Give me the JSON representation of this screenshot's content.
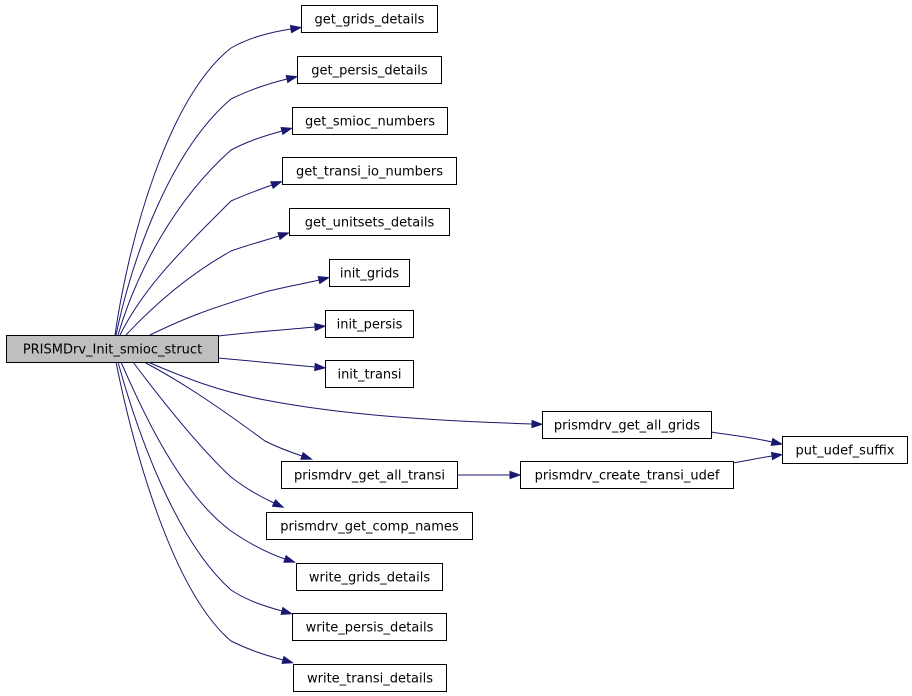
{
  "graph": {
    "root": "PRISMDrv_Init_smioc_struct",
    "nodes": [
      {
        "id": "root",
        "label": "PRISMDrv_Init_smioc_struct",
        "highlighted": true
      },
      {
        "id": "get_grids_details",
        "label": "get_grids_details"
      },
      {
        "id": "get_persis_details",
        "label": "get_persis_details"
      },
      {
        "id": "get_smioc_numbers",
        "label": "get_smioc_numbers"
      },
      {
        "id": "get_transi_io_numbers",
        "label": "get_transi_io_numbers"
      },
      {
        "id": "get_unitsets_details",
        "label": "get_unitsets_details"
      },
      {
        "id": "init_grids",
        "label": "init_grids"
      },
      {
        "id": "init_persis",
        "label": "init_persis"
      },
      {
        "id": "init_transi",
        "label": "init_transi"
      },
      {
        "id": "prismdrv_get_all_grids",
        "label": "prismdrv_get_all_grids"
      },
      {
        "id": "put_udef_suffix",
        "label": "put_udef_suffix"
      },
      {
        "id": "prismdrv_get_all_transi",
        "label": "prismdrv_get_all_transi"
      },
      {
        "id": "prismdrv_create_transi_udef",
        "label": "prismdrv_create_transi_udef"
      },
      {
        "id": "prismdrv_get_comp_names",
        "label": "prismdrv_get_comp_names"
      },
      {
        "id": "write_grids_details",
        "label": "write_grids_details"
      },
      {
        "id": "write_persis_details",
        "label": "write_persis_details"
      },
      {
        "id": "write_transi_details",
        "label": "write_transi_details"
      }
    ],
    "edges": [
      {
        "from": "root",
        "to": "get_grids_details"
      },
      {
        "from": "root",
        "to": "get_persis_details"
      },
      {
        "from": "root",
        "to": "get_smioc_numbers"
      },
      {
        "from": "root",
        "to": "get_transi_io_numbers"
      },
      {
        "from": "root",
        "to": "get_unitsets_details"
      },
      {
        "from": "root",
        "to": "init_grids"
      },
      {
        "from": "root",
        "to": "init_persis"
      },
      {
        "from": "root",
        "to": "init_transi"
      },
      {
        "from": "root",
        "to": "prismdrv_get_all_grids"
      },
      {
        "from": "root",
        "to": "prismdrv_get_all_transi"
      },
      {
        "from": "root",
        "to": "prismdrv_get_comp_names"
      },
      {
        "from": "root",
        "to": "write_grids_details"
      },
      {
        "from": "root",
        "to": "write_persis_details"
      },
      {
        "from": "root",
        "to": "write_transi_details"
      },
      {
        "from": "prismdrv_get_all_grids",
        "to": "put_udef_suffix"
      },
      {
        "from": "prismdrv_get_all_transi",
        "to": "prismdrv_create_transi_udef"
      },
      {
        "from": "prismdrv_create_transi_udef",
        "to": "put_udef_suffix"
      }
    ],
    "colors": {
      "edge": "#191970",
      "root_fill": "#bfbfbf",
      "node_fill": "#ffffff",
      "border": "#000000"
    }
  }
}
